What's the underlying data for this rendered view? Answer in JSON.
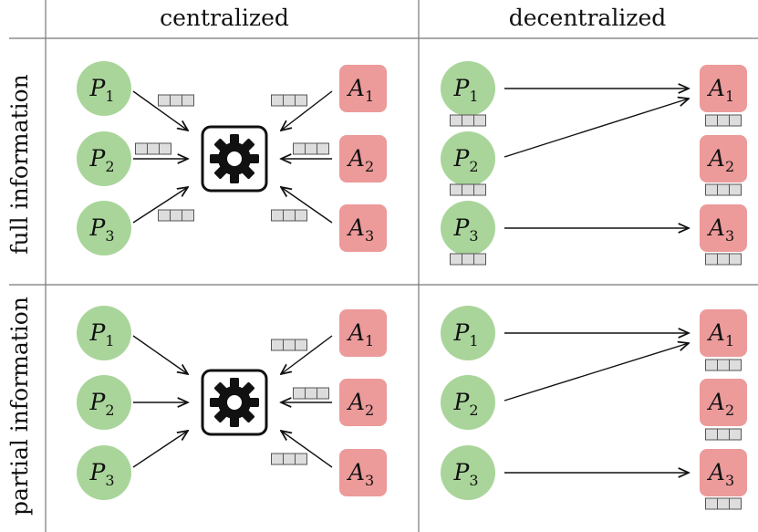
{
  "columns": [
    "centralized",
    "decentralized"
  ],
  "rows": [
    "full information",
    "partial information"
  ],
  "nodes": {
    "P1": {
      "letter": "P",
      "sub": "1"
    },
    "P2": {
      "letter": "P",
      "sub": "2"
    },
    "P3": {
      "letter": "P",
      "sub": "3"
    },
    "A1": {
      "letter": "A",
      "sub": "1"
    },
    "A2": {
      "letter": "A",
      "sub": "2"
    },
    "A3": {
      "letter": "A",
      "sub": "3"
    }
  },
  "colors": {
    "passenger": "#a9d59a",
    "agent": "#ec9a9a",
    "grid": "#777777",
    "message_fill": "#dddddd",
    "message_stroke": "#555555",
    "central": "#111111"
  },
  "icons": {
    "central": "gear-icon",
    "message": "message-queue-icon"
  },
  "panels": [
    {
      "id": "full-centralized",
      "edges": [
        [
          "P1",
          "C"
        ],
        [
          "P2",
          "C"
        ],
        [
          "P3",
          "C"
        ],
        [
          "A1",
          "C"
        ],
        [
          "A2",
          "C"
        ],
        [
          "A3",
          "C"
        ]
      ],
      "messages": [
        "P1",
        "P2",
        "P3",
        "A1",
        "A2",
        "A3"
      ]
    },
    {
      "id": "full-decentralized",
      "edges": [
        [
          "P1",
          "A1"
        ],
        [
          "P2",
          "A1"
        ],
        [
          "P3",
          "A3"
        ]
      ],
      "messages": [
        "P1",
        "P2",
        "P3",
        "A1",
        "A2",
        "A3"
      ]
    },
    {
      "id": "partial-centralized",
      "edges": [
        [
          "P1",
          "C"
        ],
        [
          "P2",
          "C"
        ],
        [
          "P3",
          "C"
        ],
        [
          "A1",
          "C"
        ],
        [
          "A2",
          "C"
        ],
        [
          "A3",
          "C"
        ]
      ],
      "messages": [
        "A1",
        "A2",
        "A3"
      ]
    },
    {
      "id": "partial-decentralized",
      "edges": [
        [
          "P1",
          "A1"
        ],
        [
          "P2",
          "A1"
        ],
        [
          "P3",
          "A3"
        ]
      ],
      "messages": [
        "A1",
        "A2",
        "A3"
      ]
    }
  ]
}
